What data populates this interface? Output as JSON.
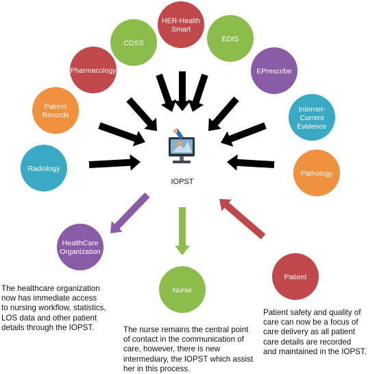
{
  "colors": {
    "red": "#c0474a",
    "green": "#8cbc4b",
    "purple": "#8a5ca8",
    "orange": "#f0913f",
    "teal": "#3aaac4",
    "arrow_black": "#000000",
    "arrow_purple": "#8a5ca8",
    "arrow_green": "#8cbc4b",
    "arrow_red": "#c0474a"
  },
  "center": {
    "label": "IOPST",
    "icon": "computer-monitor-icon"
  },
  "sources": [
    {
      "id": "radiology",
      "lines": [
        "Radiology"
      ],
      "color": "teal"
    },
    {
      "id": "patient-records",
      "lines": [
        "Patient",
        "Records"
      ],
      "color": "orange"
    },
    {
      "id": "pharmacology",
      "lines": [
        "Pharmacology"
      ],
      "color": "red"
    },
    {
      "id": "cdss",
      "lines": [
        "CDSS"
      ],
      "color": "green"
    },
    {
      "id": "her-health-smart",
      "lines": [
        "HER-Health",
        "Smart"
      ],
      "color": "red"
    },
    {
      "id": "edis",
      "lines": [
        "EDIS"
      ],
      "color": "green"
    },
    {
      "id": "eprescribe",
      "lines": [
        "EPrescribe"
      ],
      "color": "purple"
    },
    {
      "id": "internet-current-evidence",
      "lines": [
        "Internet-",
        "Current",
        "Evidence"
      ],
      "color": "teal"
    },
    {
      "id": "pathology",
      "lines": [
        "Pathology"
      ],
      "color": "orange"
    }
  ],
  "outputs": [
    {
      "id": "healthcare-organization",
      "lines": [
        "HealthCare",
        "Organization"
      ],
      "color": "purple"
    },
    {
      "id": "nurse",
      "lines": [
        "Nurse"
      ],
      "color": "green"
    },
    {
      "id": "patient",
      "lines": [
        "Patient"
      ],
      "color": "red"
    }
  ],
  "captions": {
    "organization": [
      "The healthcare organization",
      "now has immediate access",
      "to nursing workflow, statistics,",
      "LOS data and other patient",
      "details through the IOPST."
    ],
    "nurse": [
      "The nurse remains the central point",
      "of contact in the communication of",
      "care, however, there is new",
      "intermediary, the IOPST which assist",
      "her in this process."
    ],
    "patient": [
      "Patient safety and quality of",
      "care can now be a focus of",
      "care delivery as all patient",
      "care details are recorded",
      "and maintained in the IOPST."
    ]
  }
}
